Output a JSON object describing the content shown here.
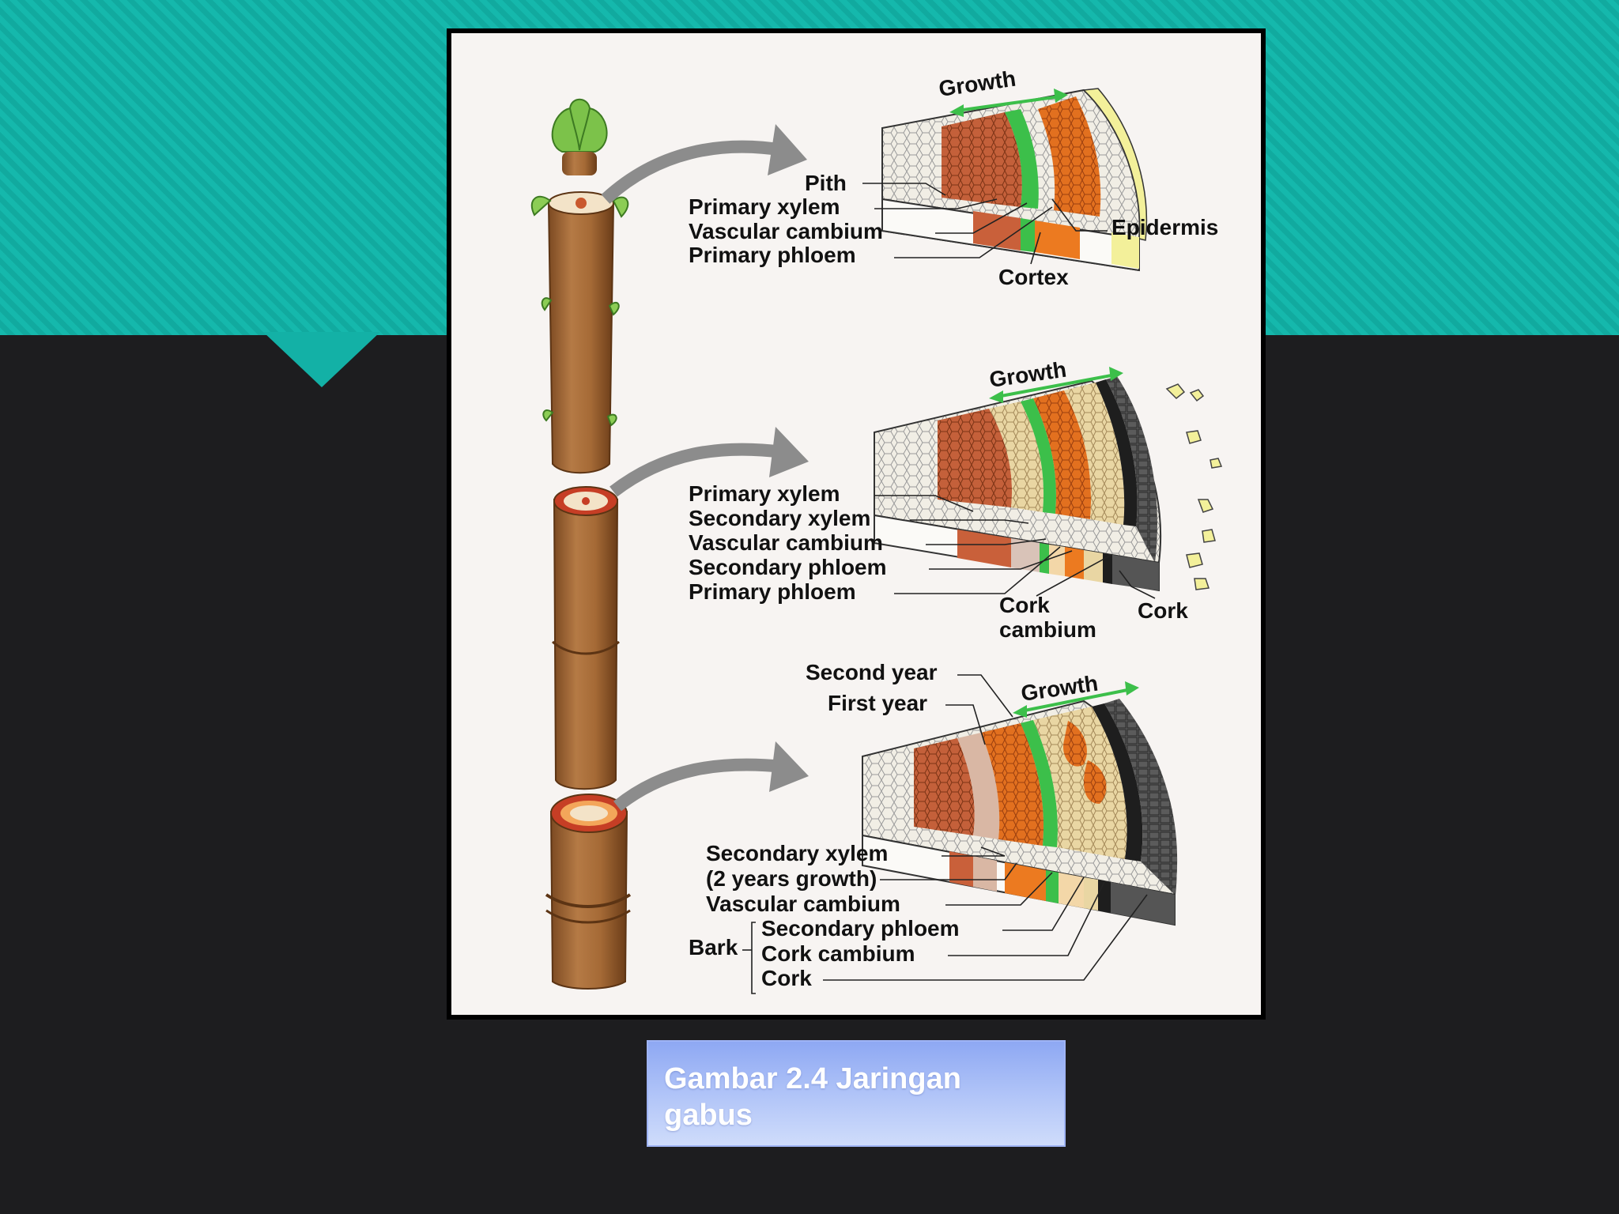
{
  "colors": {
    "banner": "#15b8ac",
    "background": "#1d1d1f",
    "caption_bg": "#a9bff7",
    "bark": "#a66d3c",
    "cambium_green": "#3cbf4a",
    "phloem_orange": "#e8701e"
  },
  "diagram": {
    "panel1": {
      "growth": "Growth",
      "pith": "Pith",
      "primary_xylem": "Primary xylem",
      "vascular_cambium": "Vascular cambium",
      "primary_phloem": "Primary phloem",
      "epidermis": "Epidermis",
      "cortex": "Cortex"
    },
    "panel2": {
      "growth": "Growth",
      "primary_xylem": "Primary xylem",
      "secondary_xylem": "Secondary xylem",
      "vascular_cambium": "Vascular cambium",
      "secondary_phloem": "Secondary phloem",
      "primary_phloem": "Primary phloem",
      "cork_cambium_line1": "Cork",
      "cork_cambium_line2": "cambium",
      "cork": "Cork"
    },
    "panel3": {
      "second_year": "Second year",
      "first_year": "First year",
      "growth": "Growth",
      "secondary_xylem_line1": "Secondary xylem",
      "secondary_xylem_line2": "(2 years growth)",
      "vascular_cambium": "Vascular cambium",
      "bark": "Bark",
      "secondary_phloem": "Secondary phloem",
      "cork_cambium": "Cork cambium",
      "cork": "Cork"
    }
  },
  "caption": {
    "text": "Gambar 2.4 Jaringan gabus"
  }
}
